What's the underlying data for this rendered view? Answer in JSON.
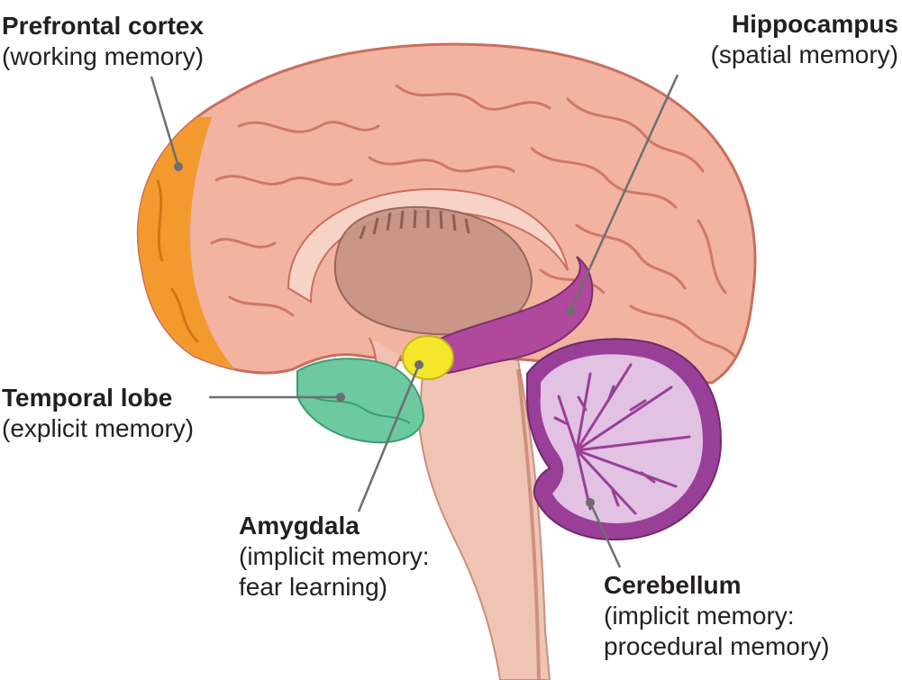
{
  "labels": {
    "prefrontal": {
      "name": "Prefrontal cortex",
      "desc1": "(working memory)"
    },
    "hippocampus": {
      "name": "Hippocampus",
      "desc1": "(spatial memory)"
    },
    "temporal": {
      "name": "Temporal lobe",
      "desc1": "(explicit memory)"
    },
    "amygdala": {
      "name": "Amygdala",
      "desc1": "(implicit memory:",
      "desc2": "fear learning)"
    },
    "cerebellum": {
      "name": "Cerebellum",
      "desc1": "(implicit memory:",
      "desc2": "procedural memory)"
    }
  },
  "colors": {
    "cortex": "#f2b4a0",
    "cortex_shadow": "#c96e5e",
    "prefrontal": "#f39a2e",
    "temporal": "#6cc9a0",
    "amygdala": "#f4e62a",
    "hippocampus": "#b0489b",
    "cerebellum_outer": "#9a3f97",
    "cerebellum_inner": "#e1c2e3",
    "brainstem": "#f0c4b4",
    "thalamus": "#c59385",
    "leader_line": "#6d6e71"
  }
}
